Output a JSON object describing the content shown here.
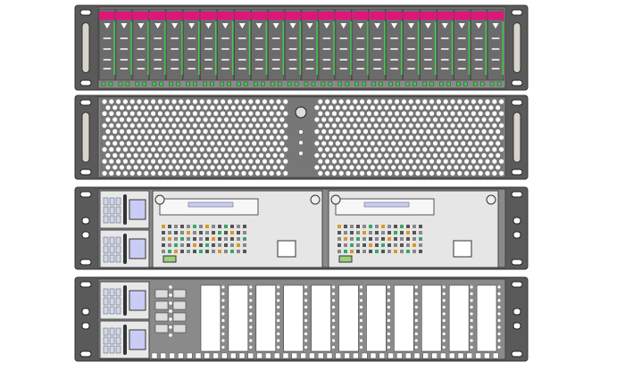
{
  "chassis": {
    "drive_bay_count": 24,
    "rear_expansion_slot_count": 11,
    "controller_module_count": 2,
    "psu_count_per_view": 2
  },
  "colors": {
    "frame": "#5a5a5a",
    "drive": "#6b6b6b",
    "drive_label": "#e0157a",
    "led_green": "#3fcf4a",
    "panel_light": "#e6e6e6",
    "psu_socket": "#c9cdf5"
  }
}
